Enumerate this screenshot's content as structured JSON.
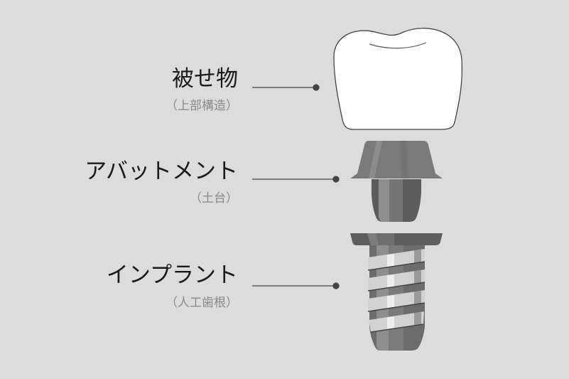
{
  "parts": [
    {
      "name": "被せ物",
      "sub": "（上部構造）"
    },
    {
      "name": "アバットメント",
      "sub": "（土台）"
    },
    {
      "name": "インプラント",
      "sub": "（人工歯根）"
    }
  ],
  "colors": {
    "background": "#dcdcdc",
    "leader": "#444444",
    "crown": "#ffffff",
    "metal_dark": "#5a5a5a",
    "metal_mid": "#7a7a7a",
    "metal_light": "#d0d0d0"
  }
}
